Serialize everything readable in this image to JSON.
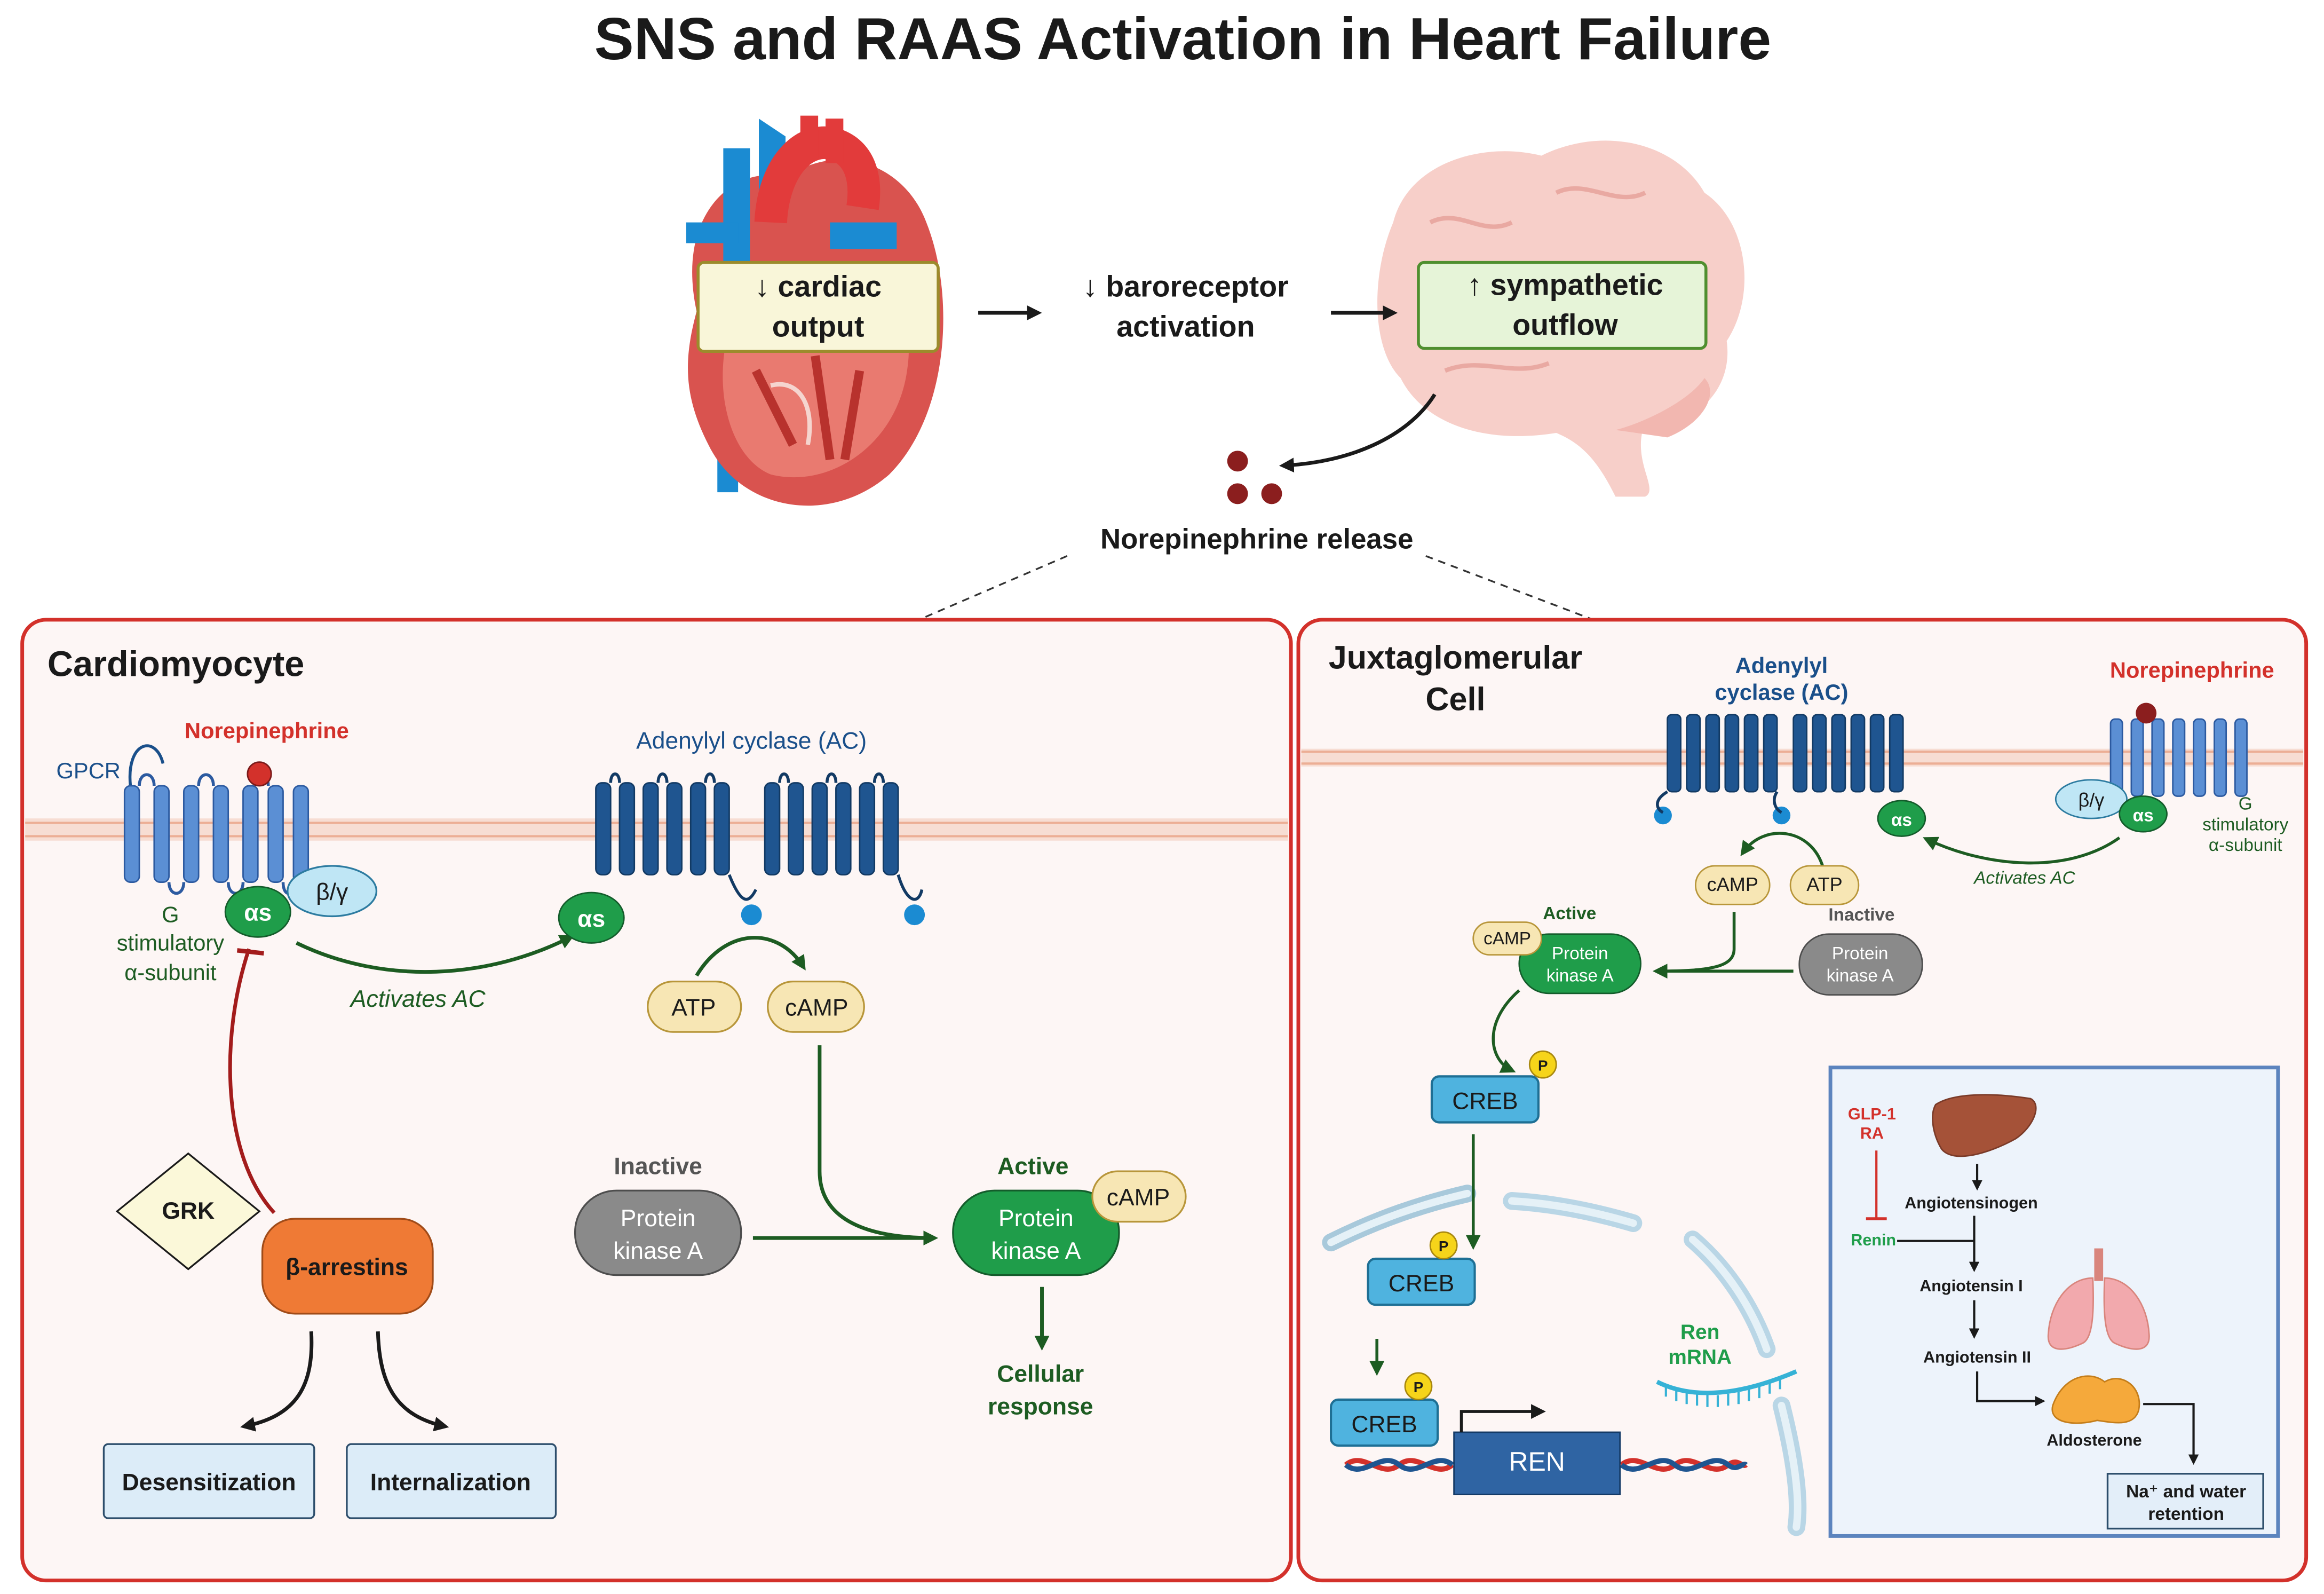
{
  "title": "SNS and RAAS Activation in Heart Failure",
  "top": {
    "cardiac_output": [
      "↓ cardiac",
      "output"
    ],
    "baroreceptor": [
      "↓ baroreceptor",
      "activation"
    ],
    "sympathetic": [
      "↑ sympathetic",
      "outflow"
    ],
    "ne_release": "Norepinephrine release"
  },
  "cardio": {
    "title": "Cardiomyocyte",
    "gpcr": "GPCR",
    "norepinephrine": "Norepinephrine",
    "g_stim": [
      "G",
      "stimulatory",
      "α-subunit"
    ],
    "alpha_s": "αs",
    "beta_gamma": "β/γ",
    "activates_ac": "Activates AC",
    "ac_label": "Adenylyl cyclase (AC)",
    "atp": "ATP",
    "camp": "cAMP",
    "inactive": "Inactive",
    "pka": [
      "Protein",
      "kinase A"
    ],
    "active": "Active",
    "cellular_response": [
      "Cellular",
      "response"
    ],
    "grk": "GRK",
    "barrestins": "β-arrestins",
    "desensitization": "Desensitization",
    "internalization": "Internalization"
  },
  "jg": {
    "title": [
      "Juxtaglomerular",
      "Cell"
    ],
    "ac_label": [
      "Adenylyl",
      "cyclase (AC)"
    ],
    "norepinephrine": "Norepinephrine",
    "beta_gamma": "β/γ",
    "alpha_s": "αs",
    "g_stim": [
      "G",
      "stimulatory",
      "α-subunit"
    ],
    "activates_ac": "Activates AC",
    "camp": "cAMP",
    "atp": "ATP",
    "active": "Active",
    "inactive": "Inactive",
    "pka": [
      "Protein",
      "kinase A"
    ],
    "creb": "CREB",
    "p": "P",
    "ren_mrna": [
      "Ren",
      "mRNA"
    ],
    "ren": "REN"
  },
  "raas": {
    "glp1": [
      "GLP-1",
      "RA"
    ],
    "renin": "Renin",
    "angiotensinogen": "Angiotensinogen",
    "angiotensin1": "Angiotensin I",
    "angiotensin2": "Angiotensin II",
    "aldosterone": "Aldosterone",
    "na_water": [
      "Na⁺ and water",
      "retention"
    ]
  },
  "colors": {
    "frame_red": "#d3312b",
    "membrane": "#f3c9b6",
    "receptor_light": "#5b8fd4",
    "receptor_dark": "#1f5590",
    "green": "#1f9d4a",
    "dark_green": "#1d5c22",
    "label_blue": "#1a4f8a",
    "norepi_red": "#d3312b",
    "pale_yellow": "#f7e6b4",
    "orange": "#ef7a35",
    "light_blue_box": "#dcecf8",
    "creb_blue": "#4fb3df"
  }
}
